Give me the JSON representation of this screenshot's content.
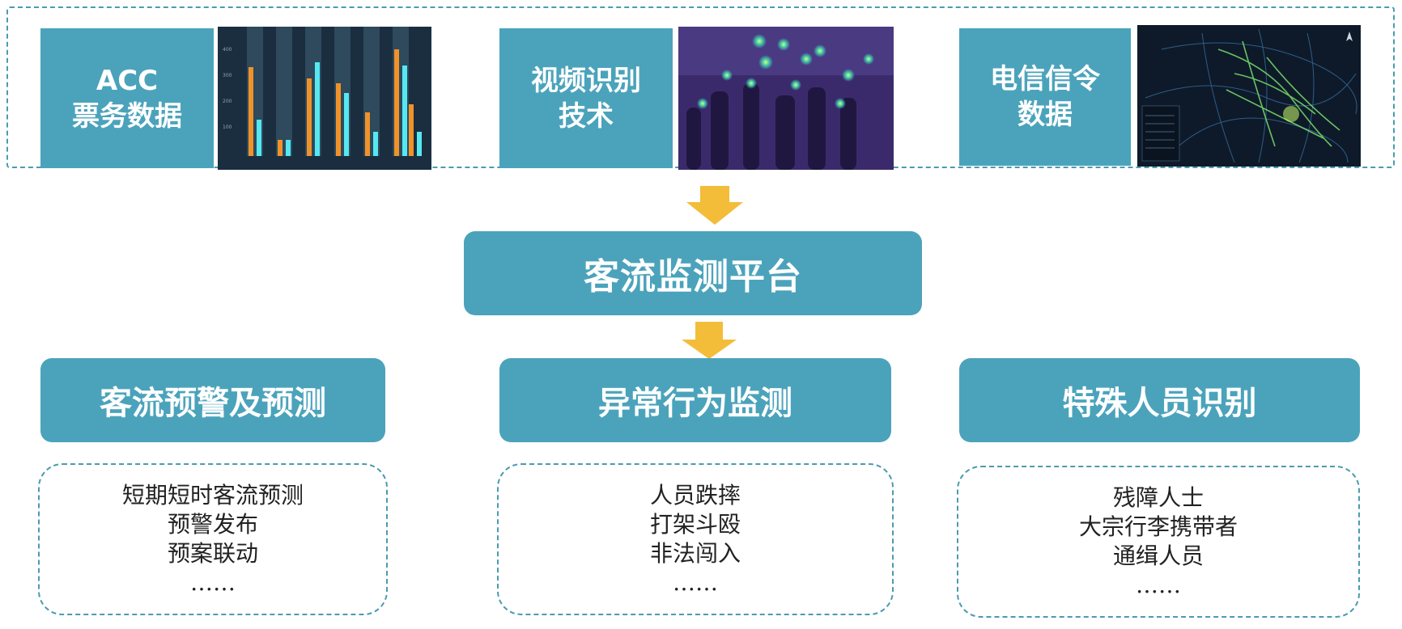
{
  "sources": [
    {
      "label": "ACC\n票务数据",
      "image_icon": "bar-chart-icon"
    },
    {
      "label": "视频识别\n技术",
      "image_icon": "crowd-heatmap-icon"
    },
    {
      "label": "电信信令\n数据",
      "image_icon": "city-map-icon"
    }
  ],
  "platform": {
    "label": "客流监测平台"
  },
  "categories": [
    {
      "title": "客流预警及预测",
      "items": [
        "短期短时客流预测",
        "预警发布",
        "预案联动",
        "……"
      ]
    },
    {
      "title": "异常行为监测",
      "items": [
        "人员跌摔",
        "打架斗殴",
        "非法闯入",
        "……"
      ]
    },
    {
      "title": "特殊人员识别",
      "items": [
        "残障人士",
        "大宗行李携带者",
        "通缉人员",
        "……"
      ]
    }
  ],
  "colors": {
    "teal": "#4ba3bb",
    "arrow": "#f3bd3a",
    "dashed": "#4b9bb0"
  }
}
